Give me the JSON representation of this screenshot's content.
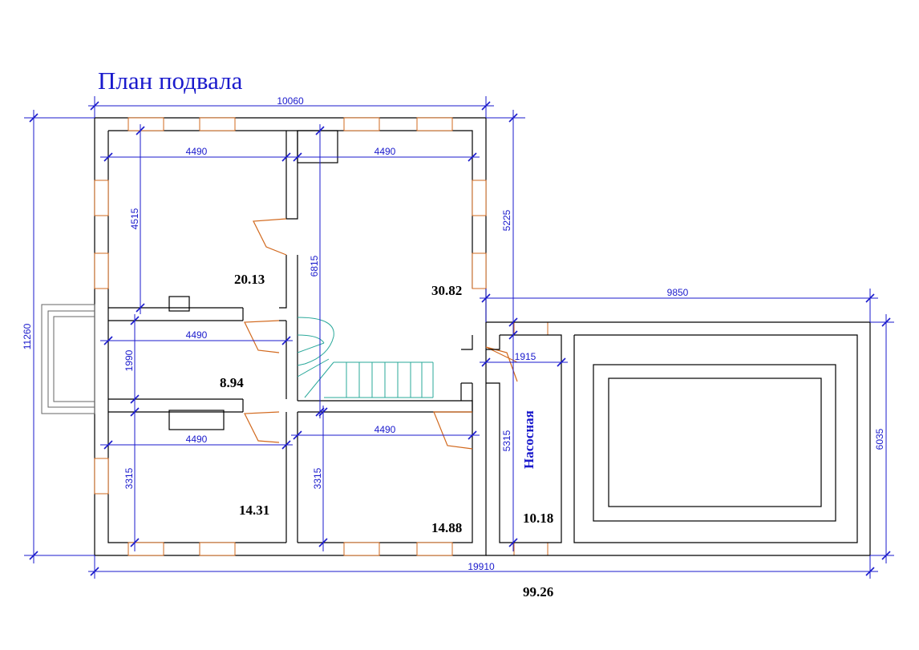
{
  "title": "План подвала",
  "dimensions": {
    "top_overall": "10060",
    "left_overall": "11260",
    "bottom_overall": "19910",
    "annex_top": "9850",
    "annex_right": "6035",
    "right_upper": "5225",
    "room_nw_width": "4490",
    "room_nw_height": "4515",
    "room_ne_width": "4490",
    "room_ne_height": "6815",
    "room_mid_width": "4490",
    "room_mid_height": "1990",
    "room_sw_width": "4490",
    "room_sw_height": "3315",
    "room_se_width": "4490",
    "room_se_height": "3315",
    "pump_width": "1915",
    "pump_height": "5315"
  },
  "areas": {
    "room_nw": "20.13",
    "room_ne": "30.82",
    "room_mid": "8.94",
    "room_sw": "14.31",
    "room_se": "14.88",
    "pump": "10.18",
    "total": "99.26"
  },
  "labels": {
    "pump_room": "Насосная"
  },
  "colors": {
    "dimension": "#1a1acc",
    "door": "#d2691e",
    "stair": "#2aa89a",
    "wall": "#000000"
  }
}
